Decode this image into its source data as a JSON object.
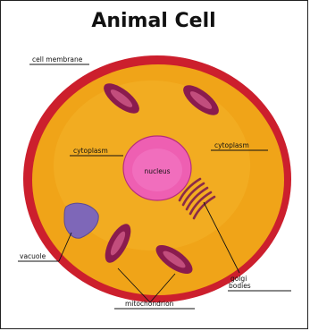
{
  "title": "Animal Cell",
  "labels": {
    "cell_membrane": "cell membrane",
    "cytoplasm_left": "cytoplasm",
    "cytoplasm_right": "cytoplasm",
    "nucleus": "nucleus",
    "vacuole": "vacuole",
    "mitochondrion": "mitochondrion",
    "golgi_line1": "golgi",
    "golgi_line2": "bodies"
  },
  "colors": {
    "membrane": "#cc1f2d",
    "cytoplasm": "#f0a418",
    "cytoplasm_highlight": "#f7bd33",
    "nucleus": "#ee5fb2",
    "nucleus_center": "#f47ac7",
    "vacuole": "#7e67b8",
    "mitochondria": "#8a1b4e",
    "mitochondria_inner": "#c24d7d",
    "golgi": "#8b2b48"
  }
}
